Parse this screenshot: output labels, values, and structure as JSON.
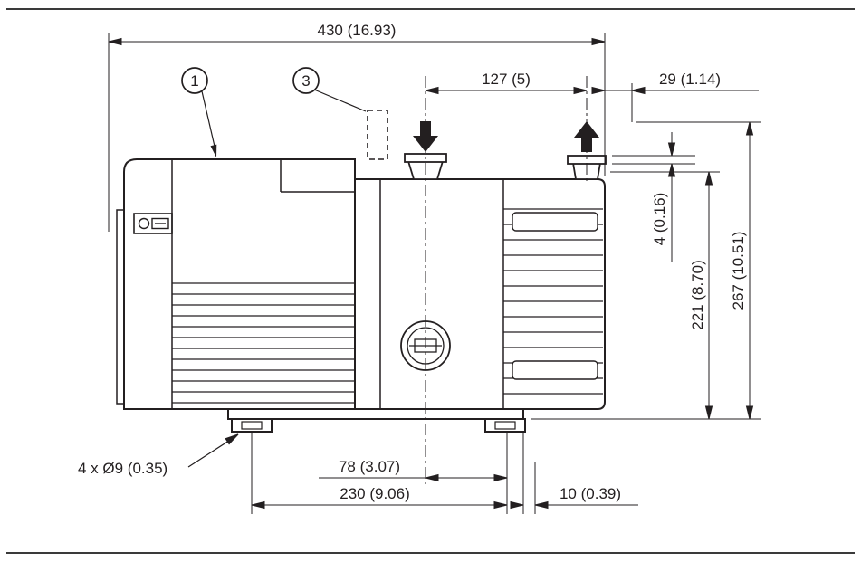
{
  "page": {
    "background": "#ffffff",
    "line_color": "#231f20"
  },
  "drawing": {
    "balloons": [
      {
        "label": "1"
      },
      {
        "label": "3"
      }
    ],
    "dims": {
      "overall_length": "430 (16.93)",
      "port_centers": "127 (5)",
      "right_offset": "29 (1.14)",
      "flange_height": "4 (0.16)",
      "inlet_height": "221 (8.70)",
      "overall_height": "267 (10.51)",
      "mounting_holes": "4 x Ø9 (0.35)",
      "centerline_to_foot": "78 (3.07)",
      "foot_centers": "230 (9.06)",
      "base_edge_offset": "10 (0.39)"
    }
  }
}
